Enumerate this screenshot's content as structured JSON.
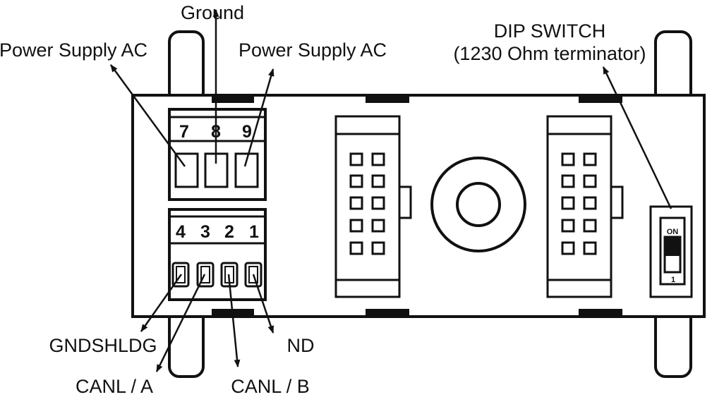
{
  "labels": {
    "ground": "Ground",
    "power_supply_ac_left": "Power Supply AC",
    "power_supply_ac_right": "Power Supply AC",
    "dip_switch_line1": "DIP SWITCH",
    "dip_switch_line2": "(1230 Ohm terminator)",
    "gndshldg": "GNDSHLDG",
    "canl_a": "CANL / A",
    "canl_b": "CANL / B",
    "nd": "ND"
  },
  "power_terminal": {
    "numbers": [
      "7",
      "8",
      "9"
    ]
  },
  "can_terminal": {
    "numbers": [
      "4",
      "3",
      "2",
      "1"
    ]
  },
  "dip_switch": {
    "on_label": "ON",
    "position_label": "1"
  }
}
